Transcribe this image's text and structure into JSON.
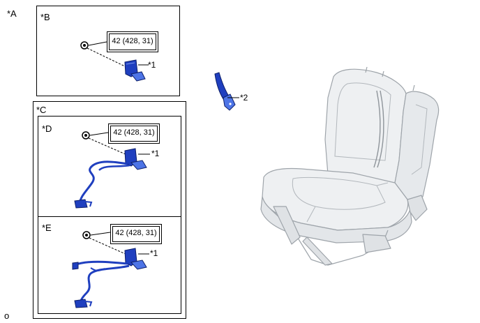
{
  "labels": {
    "a": "*A",
    "b": "*B",
    "c": "*C",
    "d": "*D",
    "e": "*E",
    "part1": "*1",
    "part2": "*2",
    "corner": "o"
  },
  "torque_spec": "42 (428, 31)",
  "colors": {
    "part_blue": "#1f3fbf",
    "part_blue_light": "#4d74e6",
    "seat_fill": "#eef0f2",
    "seat_line": "#9ea4aa"
  }
}
